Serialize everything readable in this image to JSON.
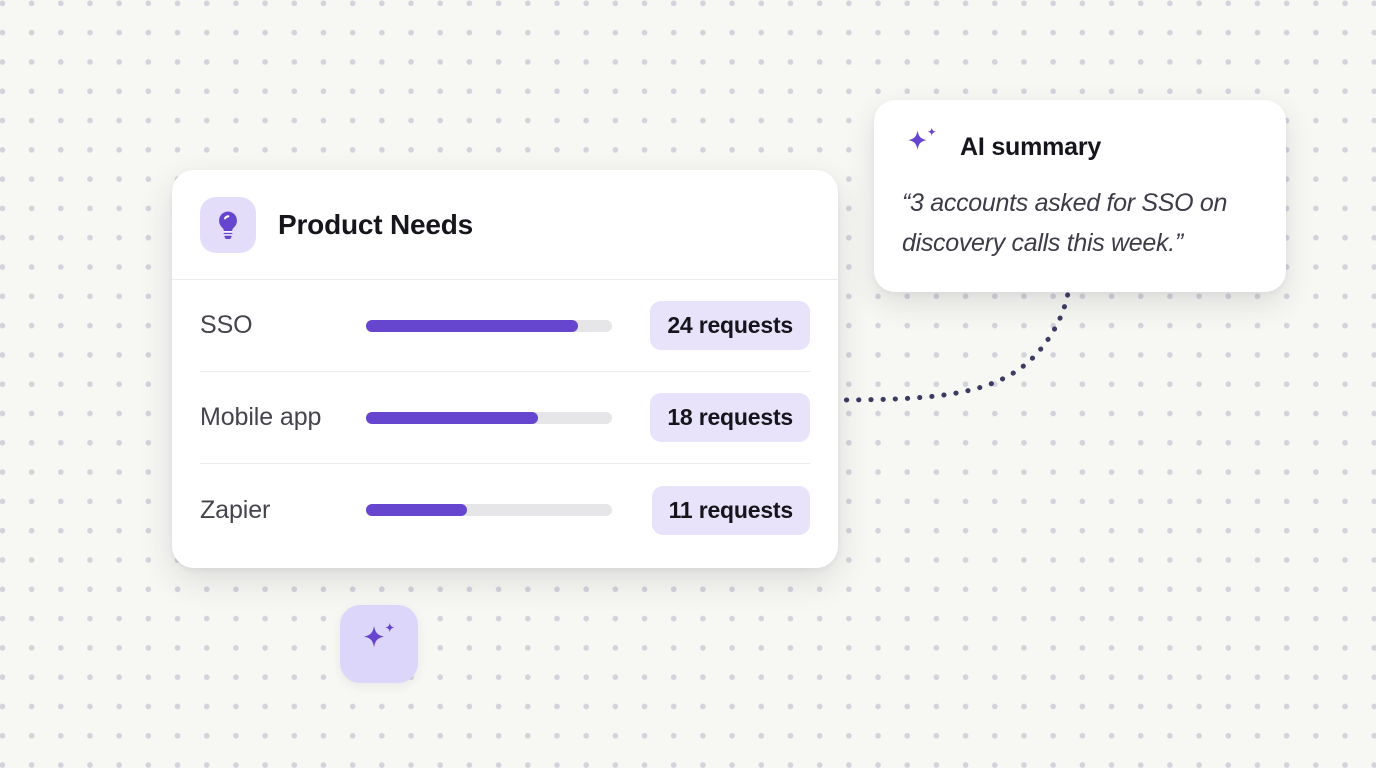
{
  "theme": {
    "background": "#f7f7f3",
    "dot_color": "#d3d3dc",
    "accent_purple": "#6645cf",
    "badge_lavender": "#e8e3fb",
    "tile_lavender": "#e3ddfa",
    "card_white": "#ffffff",
    "text_dark": "#15151b",
    "text_muted": "#44444d",
    "connector_dot": "#3b3b63"
  },
  "needs_card": {
    "icon": "lightbulb-icon",
    "title": "Product Needs",
    "rows": [
      {
        "label": "SSO",
        "percent": 86,
        "badge": "24 requests",
        "count": 24
      },
      {
        "label": "Mobile app",
        "percent": 70,
        "badge": "18 requests",
        "count": 18
      },
      {
        "label": "Zapier",
        "percent": 41,
        "badge": "11 requests",
        "count": 11
      }
    ]
  },
  "ai_card": {
    "icon": "sparkle-icon",
    "title": "AI summary",
    "quote": "“3 accounts asked for SSO on discovery calls this week.”"
  },
  "spark_badge": {
    "icon": "sparkle-icon"
  },
  "connector": {
    "style": "dotted-curve",
    "dot_count": 28
  }
}
